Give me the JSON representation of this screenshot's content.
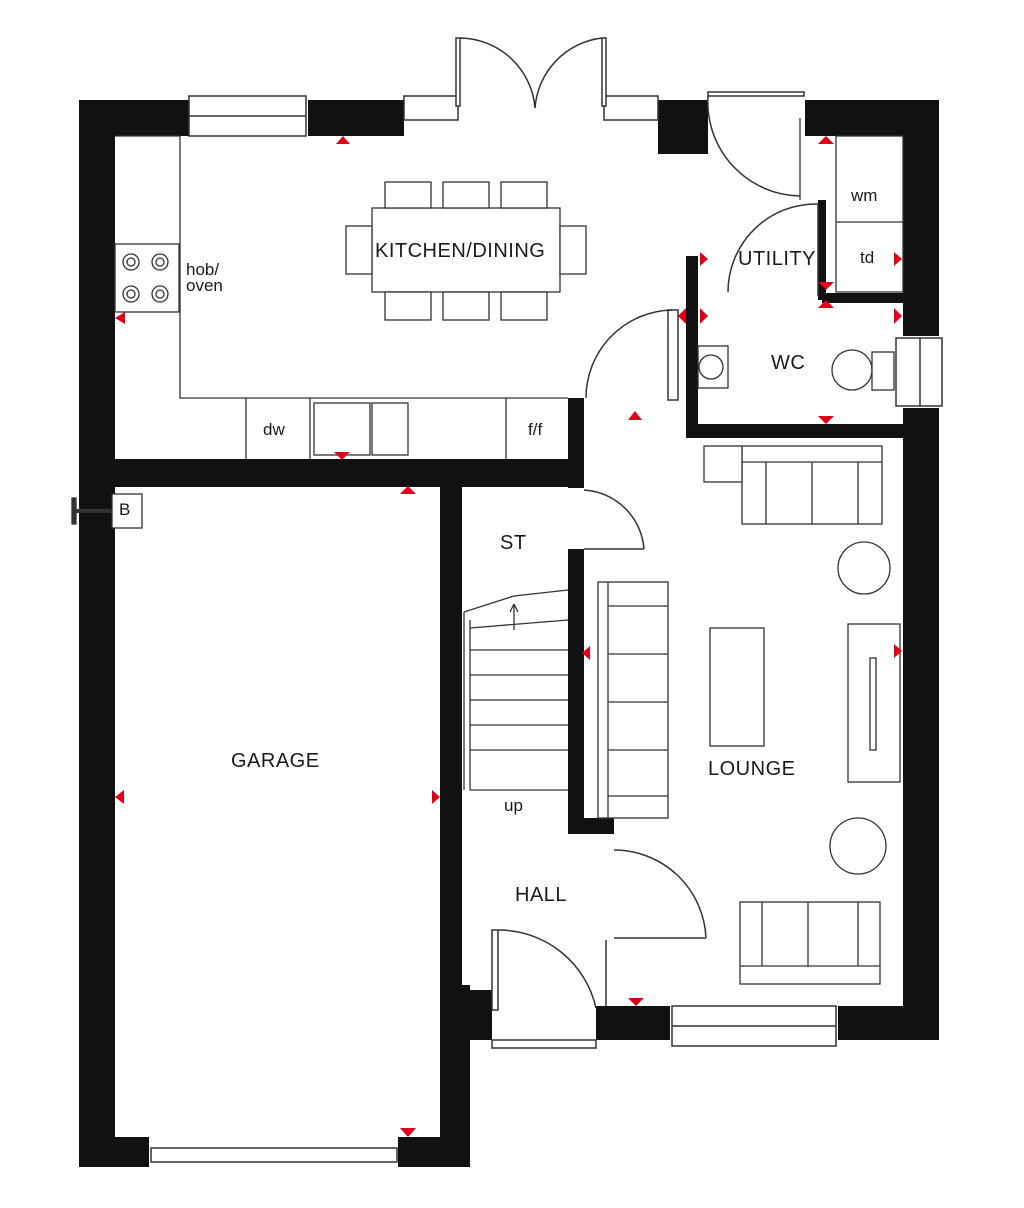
{
  "colors": {
    "wall": "#111111",
    "line": "#333333",
    "marker": "#e0001a",
    "background": "#ffffff"
  },
  "rooms": {
    "kitchen_dining": "KITCHEN/DINING",
    "utility": "UTILITY",
    "wc": "WC",
    "garage": "GARAGE",
    "store": "ST",
    "lounge": "LOUNGE",
    "hall": "HALL"
  },
  "fixtures": {
    "hob_oven": "hob/ oven",
    "dishwasher": "dw",
    "fridge_freezer": "f/f",
    "washing_machine": "wm",
    "tumble_dryer": "td",
    "boiler": "B",
    "stairs_up": "up"
  },
  "icons": {
    "marker": "red-triangle-marker-icon",
    "door": "door-swing-icon",
    "window": "window-icon"
  }
}
